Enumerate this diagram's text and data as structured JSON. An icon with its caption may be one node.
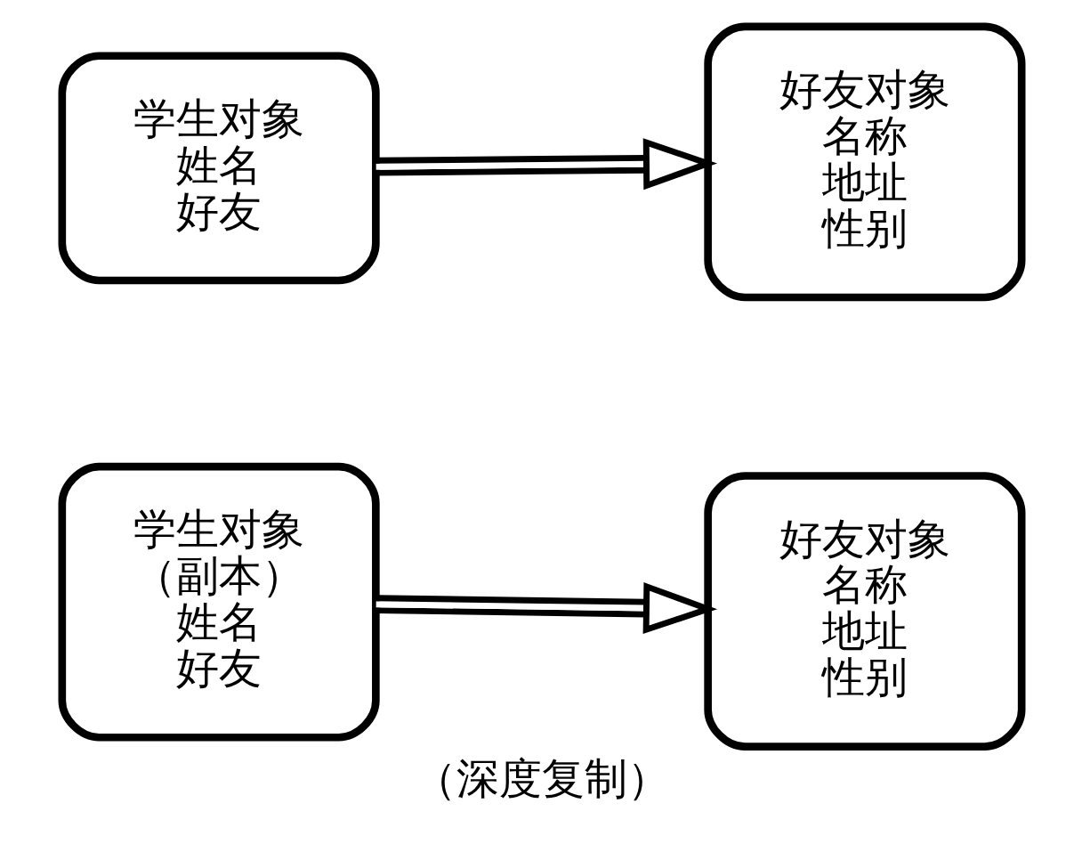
{
  "diagram": {
    "caption": "（深度复制）",
    "nodes": [
      {
        "text": [
          "学生对象",
          "姓名",
          "好友"
        ]
      },
      {
        "text": [
          "好友对象",
          "名称",
          "地址",
          "性别"
        ]
      },
      {
        "text": [
          "学生对象",
          "（副本）",
          "姓名",
          "好友"
        ]
      },
      {
        "text": [
          "好友对象",
          "名称",
          "地址",
          "性别"
        ]
      }
    ],
    "edges": [
      {
        "from": 0,
        "to": 1,
        "arrow": "to"
      },
      {
        "from": 2,
        "to": 3,
        "arrow": "to"
      }
    ]
  }
}
